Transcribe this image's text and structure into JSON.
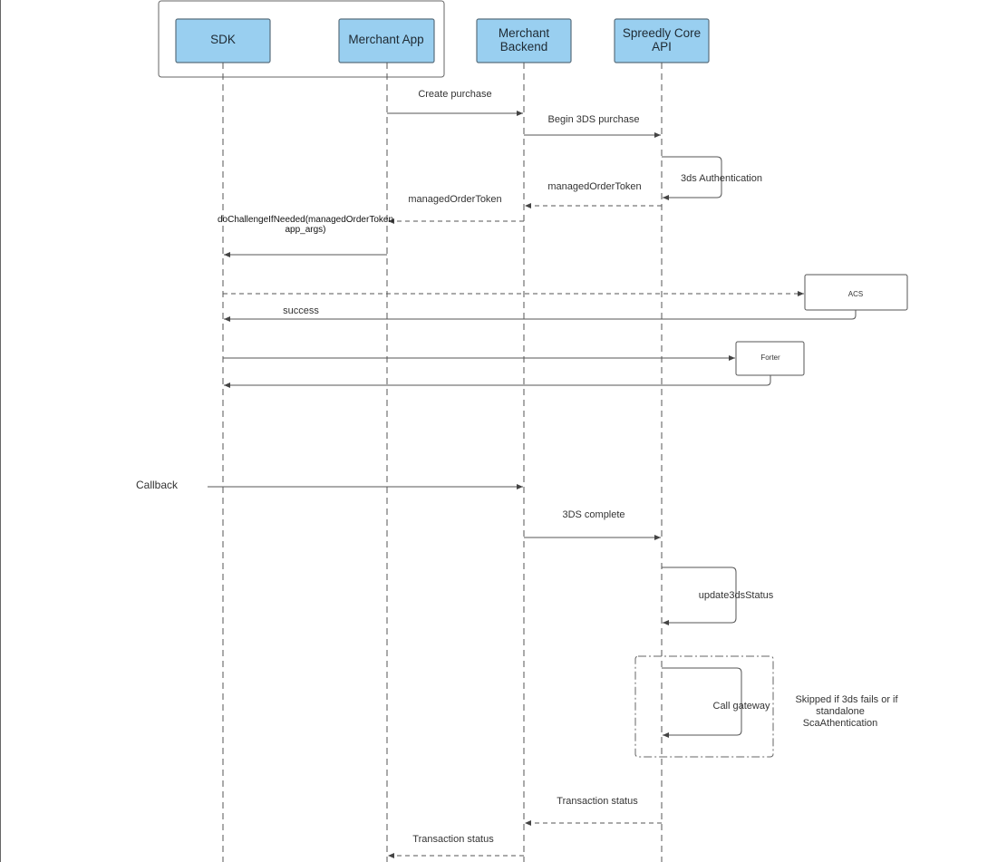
{
  "participants": {
    "sdk": "SDK",
    "merchant_app": "Merchant App",
    "merchant_backend_line1": "Merchant",
    "merchant_backend_line2": "Backend",
    "spreedly_line1": "Spreedly Core",
    "spreedly_line2": "API"
  },
  "external": {
    "acs": "ACS",
    "forter": "Forter"
  },
  "messages": {
    "create_purchase": "Create purchase",
    "begin_3ds_purchase": "Begin 3DS purchase",
    "three_ds_authentication": "3ds Authentication",
    "managed_order_token_api": "managedOrderToken",
    "managed_order_token_backend": "managedOrderToken",
    "do_challenge_line1": "doChallengeIfNeeded(managedOrderToken",
    "do_challenge_line2": "app_args)",
    "success": "success",
    "callback": "Callback",
    "three_ds_complete": "3DS complete",
    "update_3ds_status": "update3dsStatus",
    "call_gateway": "Call gateway",
    "transaction_status_api": "Transaction status",
    "transaction_status_backend": "Transaction status"
  },
  "notes": {
    "skipped_line1": "Skipped if 3ds fails or if",
    "skipped_line2": "standalone",
    "skipped_line3": "ScaAthentication"
  },
  "colors": {
    "participant_fill": "#99cff0",
    "line": "#555555"
  }
}
